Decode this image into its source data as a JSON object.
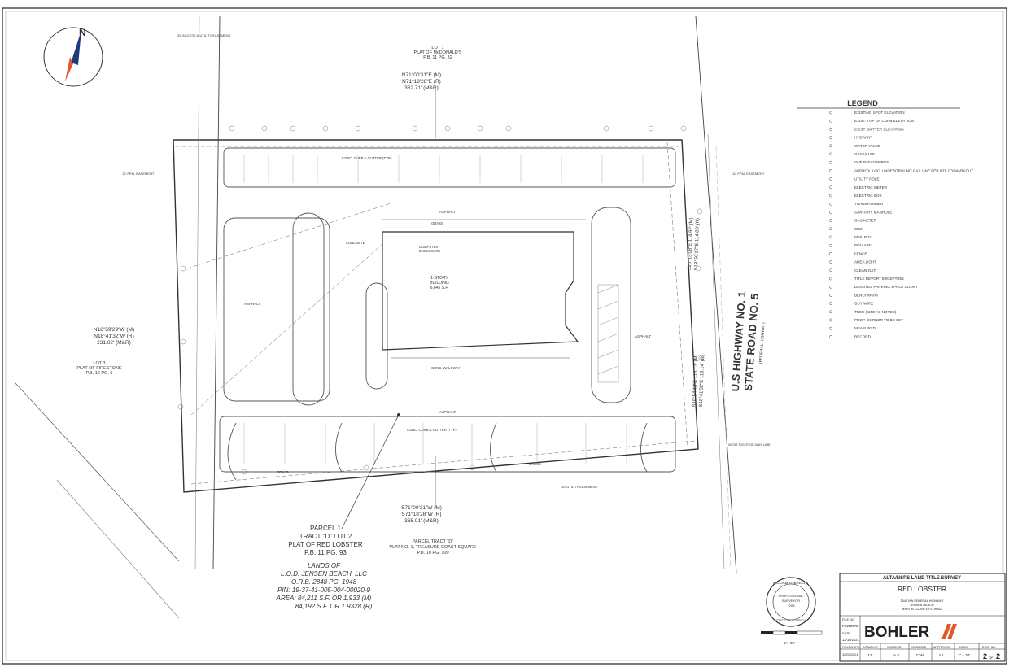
{
  "north_arrow": {
    "letter": "N"
  },
  "adjacent_parcels": {
    "north": {
      "line1": "LOT 1",
      "line2": "PLAT OF McDONALD'S",
      "line3": "P.B. 11 PG. 32"
    },
    "west": {
      "line1": "LOT 3",
      "line2": "PLAT OF FIRESTONE",
      "line3": "P.B. 12 PG. 5"
    }
  },
  "bearings": {
    "north": {
      "measured": "N71°00'31\"E (M)",
      "record": "N71°18'28\"E (R)",
      "distance": "362.71' (M&R)"
    },
    "west": {
      "measured": "N18°59'29\"W (M)",
      "record": "N18°41'32\"W (R)",
      "distance": "231.02' (M&R)"
    },
    "south": {
      "measured": "S71°00'31\"W (M)",
      "record": "S71°18'28\"W (R)",
      "distance": "365.01' (M&R)"
    },
    "east_upper": {
      "line1": "S20°13'08\"E 114.92' (M)",
      "line2": "S19°50'17\"E 114.89' (R)"
    },
    "east_lower": {
      "line1": "S18°54'43\"E 116.13' (M)",
      "line2": "S18°41'32\"E 116.14' (R)"
    }
  },
  "road": {
    "line1": "U.S HIGHWAY NO. 1",
    "line2": "STATE ROAD NO. 5",
    "line3": "(FEDERAL HIGHWAY)"
  },
  "site_labels": {
    "asphalt": "ASPHALT",
    "curb": "CONC. CURB & GUTTER (TYP.)",
    "walkway": "CONC. WALKWAY",
    "grass": "GRASS",
    "building": "1-STORY\nBUILDING\n6,645 S.F.",
    "dumpster": "DUMPSTER\nENCLOSURE",
    "concrete": "CONCRETE",
    "row_line": "WEST RIGHT-OF-WAY LINE",
    "easement_utility": "10' UTILITY EASEMENT",
    "easement_fpl": "10' FP&L EASEMENT",
    "access_easement": "25' ACCESS & UTILITY EASEMENT"
  },
  "parcel": {
    "line1": "PARCEL 1",
    "line2": "TRACT \"D\" LOT 2",
    "line3": "PLAT OF RED LOBSTER",
    "line4": "P.B. 11 PG. 93",
    "lands1": "LANDS OF",
    "lands2": "L.O.D. JENSEN BEACH, LLC",
    "lands3": "O.R.B. 2848 PG. 1948",
    "pin": "PIN: 19-37-41-005-004-00020-9",
    "area_m": "AREA: 84,211 S.F. OR 1.933 (M)",
    "area_r": "84,192 S.F. OR 1.9328 (R)"
  },
  "parcel_tract": {
    "line1": "PARCEL TRACT \"D\"",
    "line2": "PLAT NO. 1, TREASURE COAST SQUARE",
    "line3": "P.B. 10 PG. 100"
  },
  "legend": {
    "title": "LEGEND",
    "items": [
      "EXISTING SPOT ELEVATION",
      "EXIST. TOP OF CURB ELEVATION",
      "EXIST. GUTTER ELEVATION",
      "HYDRANT",
      "WATER VALVE",
      "GAS VALVE",
      "OVERHEAD WIRES",
      "APPROX. LOC. UNDERGROUND GAS LINE PER UTILITY MARKOUT",
      "UTILITY POLE",
      "ELECTRIC METER",
      "ELECTRIC BOX",
      "TRANSFORMER",
      "SANITARY MANHOLE",
      "GAS METER",
      "SIGN",
      "MAIL BOX",
      "BOLLARD",
      "FENCE",
      "AREA LIGHT",
      "CLEAN OUT",
      "TITLE REPORT EXCEPTION",
      "DENOTES PARKING SPACE COUNT",
      "BENCHMARK",
      "GUY WIRE",
      "TREE (SIZE AS NOTED)",
      "PROP. CORNER TO BE SET",
      "MEASURED",
      "RECORD"
    ]
  },
  "seal": {
    "line1": "WILLIAM LOBRECHT",
    "line2": "PROFESSIONAL",
    "line3": "SURVEYOR",
    "line4": "7208",
    "line5": "STATE OF FLORIDA"
  },
  "title_block": {
    "survey_title": "ALTA/NSPS LAND TITLE SURVEY",
    "project": "RED LOBSTER",
    "address1": "3544 NW FEDERAL HIGHWAY",
    "address2": "JENSEN BEACH",
    "address3": "MARTIN COUNTY, FLORIDA",
    "file_no_label": "FILE NO.",
    "file_no": "FS210079",
    "date_label": "DATE",
    "date": "12/10/2021",
    "fieldwork_label": "FIELDWORK",
    "fieldwork": "11/02/2021",
    "firm": "BOHLER",
    "drawn_label": "DRAWN BY",
    "drawn": "J.B.",
    "checked_label": "CHECKED",
    "checked": "A.S.",
    "reviewed_label": "REVIEWED",
    "reviewed": "C.W.",
    "approved_label": "APPROVED",
    "approved": "S.L.",
    "scale_label": "SCALE",
    "scale": "1\" = 30'",
    "sheet_label": "DWG. NO.",
    "sheet_no": "2",
    "sheet_of": "OF",
    "sheet_total": "2"
  },
  "scale_bar": {
    "label": "1\"= 30'"
  }
}
